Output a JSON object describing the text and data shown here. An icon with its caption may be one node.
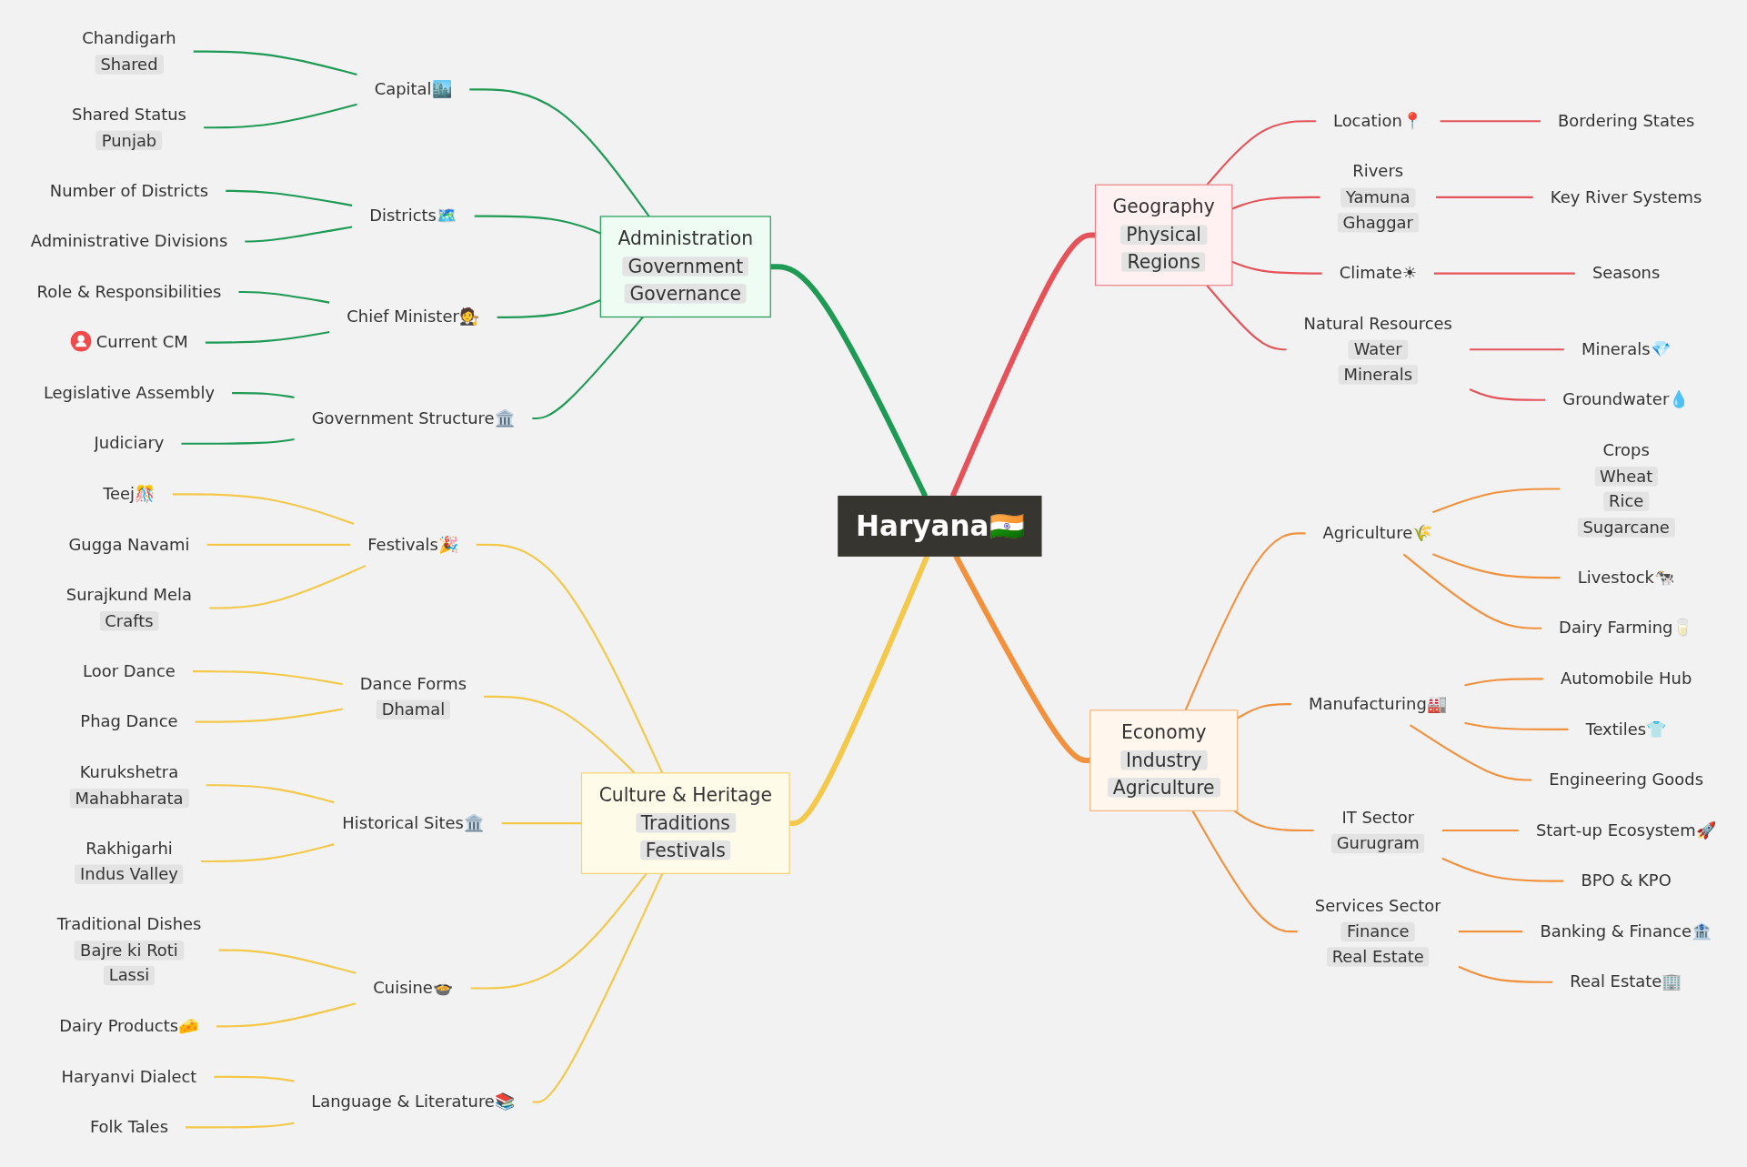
{
  "diagram": {
    "nodes": [
      {
        "text": [
          "Haryana🇮🇳"
        ]
      },
      {
        "text": [
          "Administration",
          "Government",
          "Governance"
        ]
      },
      {
        "text": [
          "Capital🏙️"
        ]
      },
      {
        "text": [
          "Chandigarh",
          "Shared"
        ]
      },
      {
        "text": [
          "Shared Status",
          "Punjab"
        ]
      },
      {
        "text": [
          "Districts🗺️"
        ]
      },
      {
        "text": [
          "Number of Districts"
        ]
      },
      {
        "text": [
          "Administrative Divisions"
        ]
      },
      {
        "text": [
          "Chief Minister🧑‍⚖️"
        ]
      },
      {
        "text": [
          "Role & Responsibilities"
        ]
      },
      {
        "text": [
          "Current CM"
        ]
      },
      {
        "text": [
          "Government Structure🏛️"
        ]
      },
      {
        "text": [
          "Legislative Assembly"
        ]
      },
      {
        "text": [
          "Judiciary"
        ]
      },
      {
        "text": [
          "Culture & Heritage",
          "Traditions",
          "Festivals"
        ]
      },
      {
        "text": [
          "Festivals🎉"
        ]
      },
      {
        "text": [
          "Teej🎊"
        ]
      },
      {
        "text": [
          "Gugga Navami"
        ]
      },
      {
        "text": [
          "Surajkund Mela",
          "Crafts"
        ]
      },
      {
        "text": [
          "Dance Forms",
          "Dhamal"
        ]
      },
      {
        "text": [
          "Loor Dance"
        ]
      },
      {
        "text": [
          "Phag Dance"
        ]
      },
      {
        "text": [
          "Historical Sites🏛️"
        ]
      },
      {
        "text": [
          "Kurukshetra",
          "Mahabharata"
        ]
      },
      {
        "text": [
          "Rakhigarhi",
          "Indus Valley"
        ]
      },
      {
        "text": [
          "Cuisine🍲"
        ]
      },
      {
        "text": [
          "Traditional Dishes",
          "Bajre ki Roti",
          "Lassi"
        ]
      },
      {
        "text": [
          "Dairy Products🧀"
        ]
      },
      {
        "text": [
          "Language & Literature📚"
        ]
      },
      {
        "text": [
          "Haryanvi Dialect"
        ]
      },
      {
        "text": [
          "Folk Tales"
        ]
      },
      {
        "text": [
          "Geography",
          "Physical",
          "Regions"
        ]
      },
      {
        "text": [
          "Location📍"
        ]
      },
      {
        "text": [
          "Bordering States"
        ]
      },
      {
        "text": [
          "Rivers",
          "Yamuna",
          "Ghaggar"
        ]
      },
      {
        "text": [
          "Key River Systems"
        ]
      },
      {
        "text": [
          "Climate☀"
        ]
      },
      {
        "text": [
          "Seasons"
        ]
      },
      {
        "text": [
          "Natural Resources",
          "Water",
          "Minerals"
        ]
      },
      {
        "text": [
          "Minerals💎"
        ]
      },
      {
        "text": [
          "Groundwater💧"
        ]
      },
      {
        "text": [
          "Economy",
          "Industry",
          "Agriculture"
        ]
      },
      {
        "text": [
          "Agriculture🌾"
        ]
      },
      {
        "text": [
          "Crops",
          "Wheat",
          "Rice",
          "Sugarcane"
        ]
      },
      {
        "text": [
          "Livestock🐄"
        ]
      },
      {
        "text": [
          "Dairy Farming🥛"
        ]
      },
      {
        "text": [
          "Manufacturing🏭"
        ]
      },
      {
        "text": [
          "Automobile Hub"
        ]
      },
      {
        "text": [
          "Textiles👕"
        ]
      },
      {
        "text": [
          "Engineering Goods"
        ]
      },
      {
        "text": [
          "IT Sector",
          "Gurugram"
        ]
      },
      {
        "text": [
          "Start-up Ecosystem🚀"
        ]
      },
      {
        "text": [
          "BPO & KPO"
        ]
      },
      {
        "text": [
          "Services Sector",
          "Finance",
          "Real Estate"
        ]
      },
      {
        "text": [
          "Banking & Finance🏦"
        ]
      },
      {
        "text": [
          "Real Estate🏢"
        ]
      }
    ],
    "edges": [
      {
        "from": 1,
        "to": 0,
        "arrow": "none",
        "style": "thick",
        "color": "#1e9a55"
      },
      {
        "from": 2,
        "to": 1,
        "arrow": "none",
        "color": "#1e9a55"
      },
      {
        "from": 3,
        "to": 2,
        "arrow": "none",
        "color": "#1e9a55"
      },
      {
        "from": 4,
        "to": 2,
        "arrow": "none",
        "color": "#1e9a55"
      },
      {
        "from": 5,
        "to": 1,
        "arrow": "none",
        "color": "#1e9a55"
      },
      {
        "from": 6,
        "to": 5,
        "arrow": "none",
        "color": "#1e9a55"
      },
      {
        "from": 7,
        "to": 5,
        "arrow": "none",
        "color": "#1e9a55"
      },
      {
        "from": 8,
        "to": 1,
        "arrow": "none",
        "color": "#1e9a55"
      },
      {
        "from": 9,
        "to": 8,
        "arrow": "none",
        "color": "#1e9a55"
      },
      {
        "from": 10,
        "to": 8,
        "arrow": "none",
        "color": "#1e9a55"
      },
      {
        "from": 11,
        "to": 1,
        "arrow": "none",
        "color": "#1e9a55"
      },
      {
        "from": 12,
        "to": 11,
        "arrow": "none",
        "color": "#1e9a55"
      },
      {
        "from": 13,
        "to": 11,
        "arrow": "none",
        "color": "#1e9a55"
      },
      {
        "from": 14,
        "to": 0,
        "arrow": "none",
        "style": "thick",
        "color": "#f4c84a"
      },
      {
        "from": 15,
        "to": 14,
        "arrow": "none",
        "color": "#f4c84a"
      },
      {
        "from": 16,
        "to": 15,
        "arrow": "none",
        "color": "#f4c84a"
      },
      {
        "from": 17,
        "to": 15,
        "arrow": "none",
        "color": "#f4c84a"
      },
      {
        "from": 18,
        "to": 15,
        "arrow": "none",
        "color": "#f4c84a"
      },
      {
        "from": 19,
        "to": 14,
        "arrow": "none",
        "color": "#f4c84a"
      },
      {
        "from": 20,
        "to": 19,
        "arrow": "none",
        "color": "#f4c84a"
      },
      {
        "from": 21,
        "to": 19,
        "arrow": "none",
        "color": "#f4c84a"
      },
      {
        "from": 22,
        "to": 14,
        "arrow": "none",
        "color": "#f4c84a"
      },
      {
        "from": 23,
        "to": 22,
        "arrow": "none",
        "color": "#f4c84a"
      },
      {
        "from": 24,
        "to": 22,
        "arrow": "none",
        "color": "#f4c84a"
      },
      {
        "from": 25,
        "to": 14,
        "arrow": "none",
        "color": "#f4c84a"
      },
      {
        "from": 26,
        "to": 25,
        "arrow": "none",
        "color": "#f4c84a"
      },
      {
        "from": 27,
        "to": 25,
        "arrow": "none",
        "color": "#f4c84a"
      },
      {
        "from": 28,
        "to": 14,
        "arrow": "none",
        "color": "#f4c84a"
      },
      {
        "from": 29,
        "to": 28,
        "arrow": "none",
        "color": "#f4c84a"
      },
      {
        "from": 30,
        "to": 28,
        "arrow": "none",
        "color": "#f4c84a"
      },
      {
        "from": 0,
        "to": 31,
        "arrow": "none",
        "style": "thick",
        "color": "#e5535a"
      },
      {
        "from": 31,
        "to": 32,
        "arrow": "none",
        "color": "#e5535a"
      },
      {
        "from": 32,
        "to": 33,
        "arrow": "none",
        "color": "#e5535a"
      },
      {
        "from": 31,
        "to": 34,
        "arrow": "none",
        "color": "#e5535a"
      },
      {
        "from": 34,
        "to": 35,
        "arrow": "none",
        "color": "#e5535a"
      },
      {
        "from": 31,
        "to": 36,
        "arrow": "none",
        "color": "#e5535a"
      },
      {
        "from": 36,
        "to": 37,
        "arrow": "none",
        "color": "#e5535a"
      },
      {
        "from": 31,
        "to": 38,
        "arrow": "none",
        "color": "#e5535a"
      },
      {
        "from": 38,
        "to": 39,
        "arrow": "none",
        "color": "#e5535a"
      },
      {
        "from": 38,
        "to": 40,
        "arrow": "none",
        "color": "#e5535a"
      },
      {
        "from": 0,
        "to": 41,
        "arrow": "none",
        "style": "thick",
        "color": "#f2913d"
      },
      {
        "from": 41,
        "to": 42,
        "arrow": "none",
        "color": "#f2913d"
      },
      {
        "from": 42,
        "to": 43,
        "arrow": "none",
        "color": "#f2913d"
      },
      {
        "from": 42,
        "to": 44,
        "arrow": "none",
        "color": "#f2913d"
      },
      {
        "from": 42,
        "to": 45,
        "arrow": "none",
        "color": "#f2913d"
      },
      {
        "from": 41,
        "to": 46,
        "arrow": "none",
        "color": "#f2913d"
      },
      {
        "from": 46,
        "to": 47,
        "arrow": "none",
        "color": "#f2913d"
      },
      {
        "from": 46,
        "to": 48,
        "arrow": "none",
        "color": "#f2913d"
      },
      {
        "from": 46,
        "to": 49,
        "arrow": "none",
        "color": "#f2913d"
      },
      {
        "from": 41,
        "to": 50,
        "arrow": "none",
        "color": "#f2913d"
      },
      {
        "from": 50,
        "to": 51,
        "arrow": "none",
        "color": "#f2913d"
      },
      {
        "from": 50,
        "to": 52,
        "arrow": "none",
        "color": "#f2913d"
      },
      {
        "from": 41,
        "to": 53,
        "arrow": "none",
        "color": "#f2913d"
      },
      {
        "from": 53,
        "to": 54,
        "arrow": "none",
        "color": "#f2913d"
      },
      {
        "from": 53,
        "to": 55,
        "arrow": "none",
        "color": "#f2913d"
      }
    ]
  }
}
